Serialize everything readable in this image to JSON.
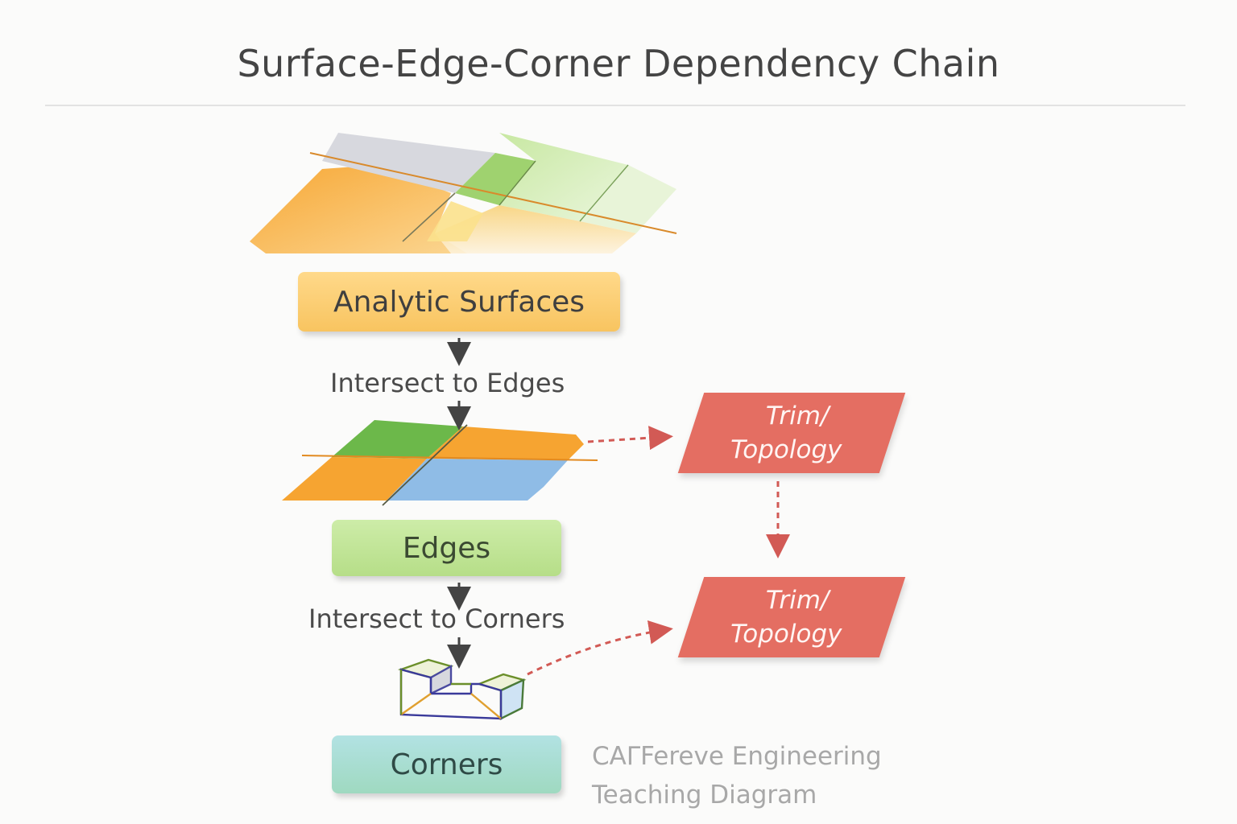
{
  "title": "Surface-Edge-Corner Dependency Chain",
  "nodes": {
    "analytic_surfaces": "Analytic Surfaces",
    "edges": "Edges",
    "corners": "Corners"
  },
  "steps": {
    "intersect_edges": "Intersect to Edges",
    "intersect_corners": "Intersect to Corners"
  },
  "trim_nodes": [
    {
      "line1": "Trim/",
      "line2": "Topology"
    },
    {
      "line1": "Trim/",
      "line2": "Topology"
    }
  ],
  "footnote": {
    "line1": "CAΓFereve Engineering",
    "line2": "Teaching Diagram"
  },
  "colors": {
    "orange": "#f6a431",
    "green": "#6cb84a",
    "light_green": "#cde9a8",
    "blue": "#8fbce6",
    "grey": "#d5d6dc",
    "trim_red": "#e46e62",
    "arrow_dark": "#444444",
    "dashed_arrow": "#d25a55"
  }
}
